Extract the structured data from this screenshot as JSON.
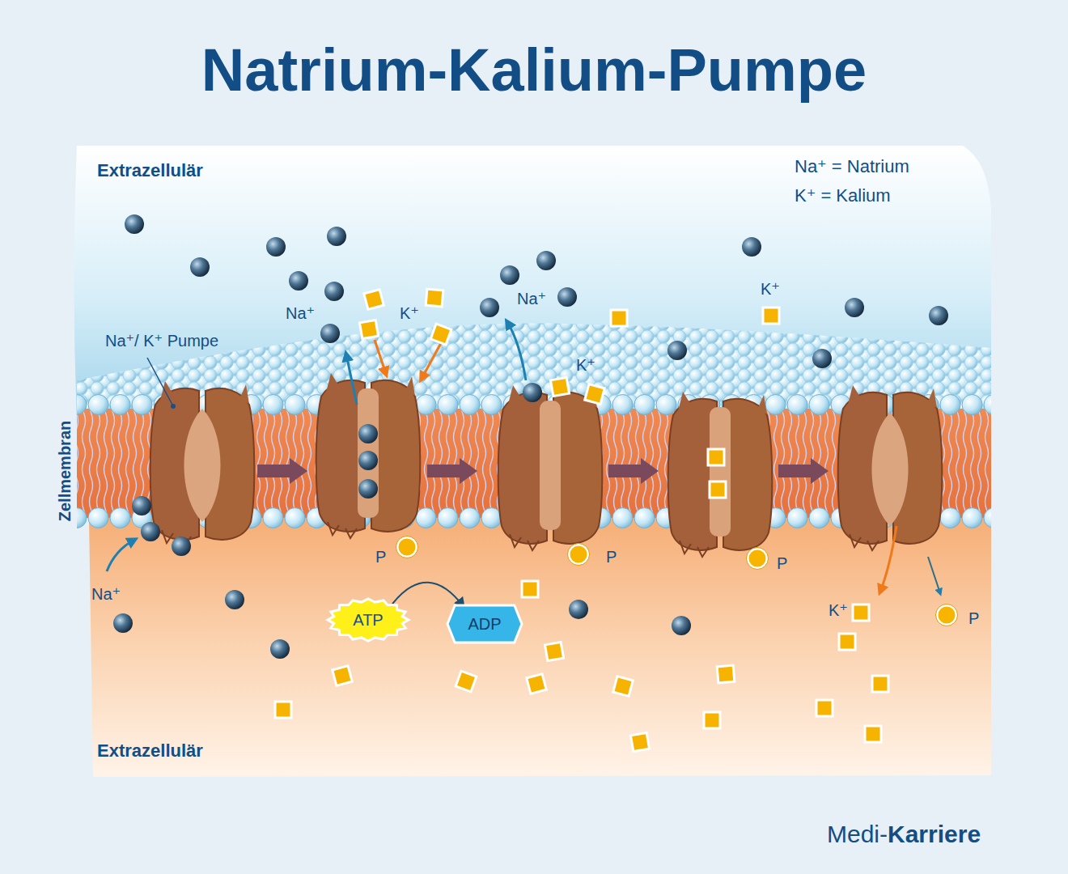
{
  "diagram": {
    "title": "Natrium-Kalium-Pumpe",
    "nodes": [
      {
        "text": [
          "ATP"
        ]
      },
      {
        "text": [
          "ADP"
        ]
      }
    ],
    "edges": [
      {
        "from": 0,
        "to": 1,
        "arrow": "to"
      }
    ],
    "labels": [
      "Extrazellulär",
      "Na⁺ = Natrium",
      "K⁺ = Kalium",
      "Na⁺/ K⁺ Pumpe",
      "Na⁺",
      "K⁺",
      "Na⁺",
      "K⁺",
      "K⁺",
      "Zellmembran",
      "P",
      "P",
      "P",
      "Na⁺",
      "K⁺",
      "P",
      "Extrazellulär",
      "Medi-",
      "Karriere"
    ]
  }
}
